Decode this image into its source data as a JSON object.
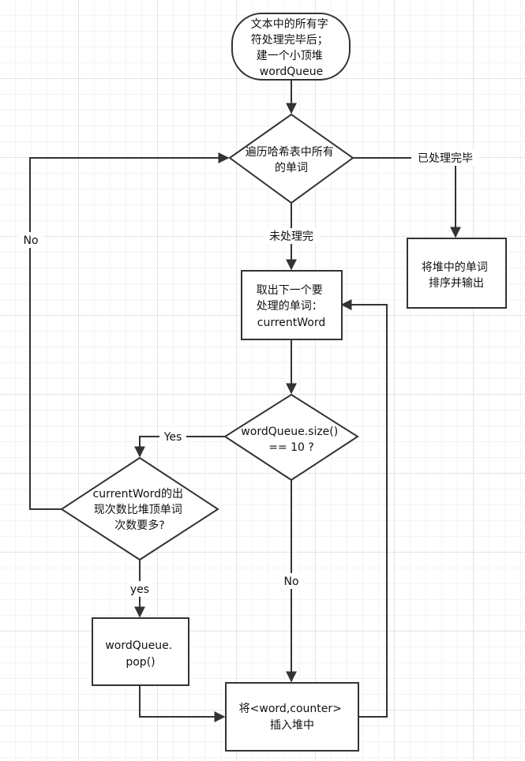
{
  "nodes": {
    "start": {
      "lines": [
        "文本中的所有字",
        "符处理完毕后；",
        "建一个小顶堆",
        "wordQueue"
      ]
    },
    "iterate": {
      "lines": [
        "遍历哈希表中所有",
        "的单词"
      ]
    },
    "output": {
      "lines": [
        "将堆中的单词",
        "排序并输出"
      ]
    },
    "take_next": {
      "lines": [
        "取出下一个要",
        "处理的单词：",
        "currentWord"
      ]
    },
    "size_check": {
      "lines": [
        "wordQueue.size()",
        "== 10 ?"
      ]
    },
    "compare": {
      "lines": [
        "currentWord的出",
        "现次数比堆顶单词",
        "次数要多?"
      ]
    },
    "pop": {
      "lines": [
        "wordQueue.",
        "pop()"
      ]
    },
    "insert": {
      "lines": [
        "将<word,counter>",
        "插入堆中"
      ]
    }
  },
  "edge_labels": {
    "done": "已处理完毕",
    "not_done": "未处理完",
    "yes_size": "Yes",
    "no_size": "No",
    "yes_compare": "yes",
    "no_compare": "No"
  }
}
